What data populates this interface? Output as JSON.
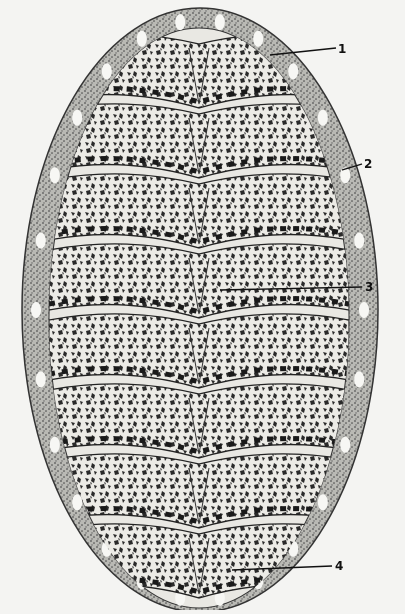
{
  "figure": {
    "labels": [
      {
        "key": "1",
        "text": "1"
      },
      {
        "key": "2",
        "text": "2"
      },
      {
        "key": "3",
        "text": "3"
      },
      {
        "key": "4",
        "text": "4"
      }
    ],
    "plates": 8,
    "colors": {
      "paper": "#f4f4f2",
      "ink": "#1a1a1a",
      "girdle": "#9a9a96",
      "shell": "#e9e8e3",
      "spots": "#ffffff"
    }
  }
}
